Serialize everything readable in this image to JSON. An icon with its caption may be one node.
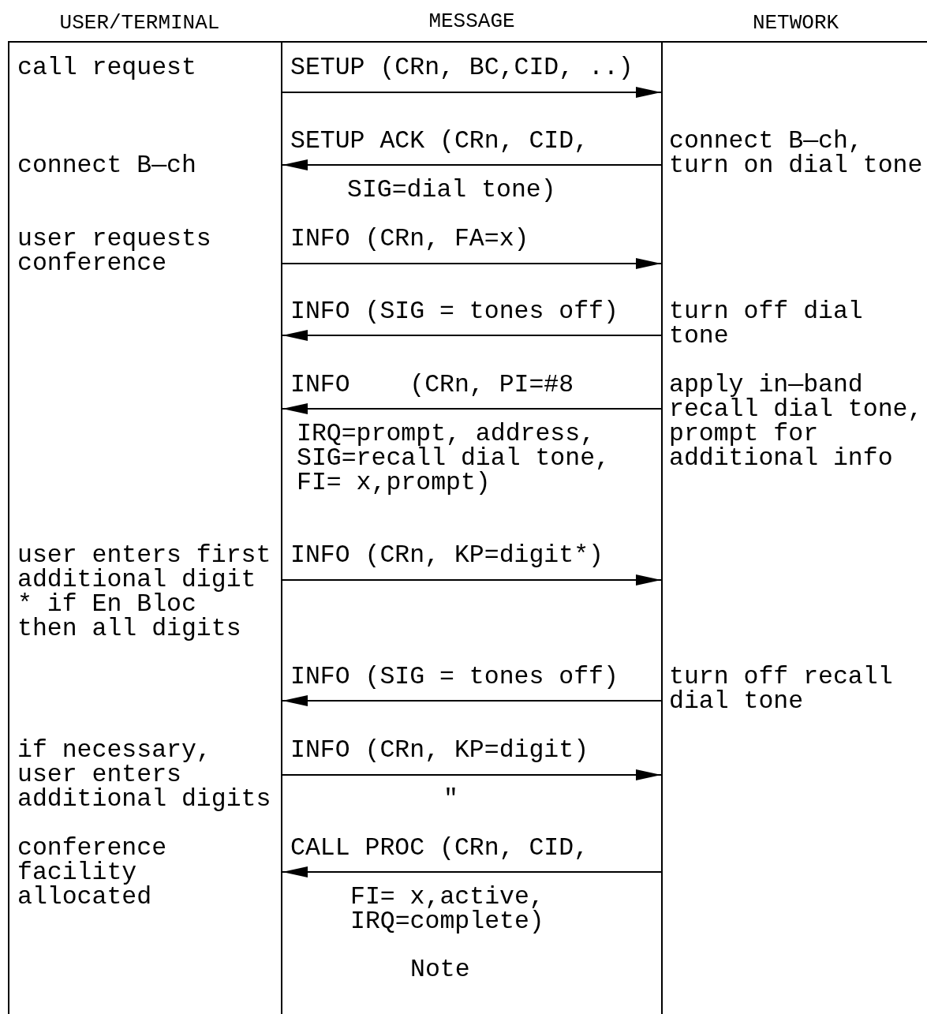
{
  "diagram": {
    "nodes": [
      {
        "text": [
          "USER/TERMINAL"
        ]
      },
      {
        "text": [
          "NETWORK"
        ]
      }
    ],
    "edges": [
      {
        "from": 0,
        "to": 1,
        "arrow": "to"
      },
      {
        "from": 1,
        "to": 0,
        "arrow": "to"
      },
      {
        "from": 0,
        "to": 1,
        "arrow": "to"
      },
      {
        "from": 1,
        "to": 0,
        "arrow": "to"
      },
      {
        "from": 1,
        "to": 0,
        "arrow": "to"
      },
      {
        "from": 0,
        "to": 1,
        "arrow": "to"
      },
      {
        "from": 1,
        "to": 0,
        "arrow": "to"
      },
      {
        "from": 0,
        "to": 1,
        "arrow": "to"
      },
      {
        "from": 1,
        "to": 0,
        "arrow": "to"
      }
    ],
    "labels": [
      "MESSAGE",
      "call request",
      "SETUP (CRn, BC,CID, ..)",
      "SETUP ACK (CRn, CID,",
      "connect B—ch, turn on dial tone",
      "connect B—ch",
      "SIG=dial tone)",
      "user requests conference",
      "INFO (CRn, FA=x)",
      "INFO (SIG = tones off)",
      "turn off dial tone",
      "INFO    (CRn, PI=#8",
      "apply in—band recall dial tone, prompt for additional info",
      "IRQ=prompt, address, SIG=recall dial tone, FI= x,prompt)",
      "user enters first additional digit",
      "* if En Bloc then all digits",
      "INFO (CRn, KP=digit*)",
      "INFO (SIG = tones off)",
      "turn off recall dial tone",
      "if necessary, user enters additional digits",
      "INFO (CRn, KP=digit)",
      "\"",
      "conference facility allocated",
      "CALL PROC (CRn, CID,",
      "FI= x,active, IRQ=complete)",
      "Note"
    ]
  }
}
